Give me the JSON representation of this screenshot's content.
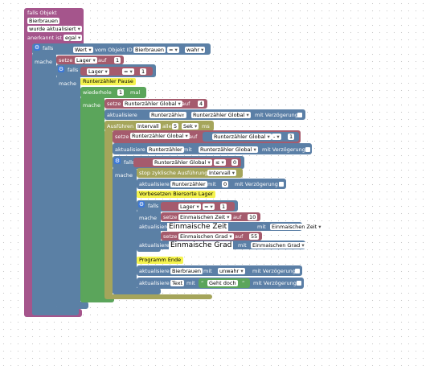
{
  "event": {
    "line1": "falls Objekt",
    "object": "Bierbrauen",
    "line2": "wurde aktualisiert",
    "line3": "anerkannt ist",
    "acked": "egal"
  },
  "if_labels": {
    "falls": "falls",
    "mache": "mache"
  },
  "top_if": {
    "wert": "Wert",
    "vom": "vom Objekt ID",
    "object": "Bierbrauen",
    "op": "=",
    "value": "wahr"
  },
  "set_lager": {
    "setze": "setze",
    "var": "Lager",
    "auf": "auf",
    "val": "1"
  },
  "if_lager": {
    "var": "Lager",
    "op": "=",
    "val": "1"
  },
  "label_pause": "Runterzähler Pause",
  "repeat": {
    "label": "wiederhole",
    "count": "1",
    "unit": "mal"
  },
  "set_global": {
    "setze": "setze",
    "var": "Runterzähler Global",
    "auf": "auf",
    "val": "4"
  },
  "update1": {
    "aktualisiere": "aktualisiere",
    "var": "Runterzähler",
    "mit": "mit",
    "val": "Runterzähler Global",
    "delay": "mit Verzögerung"
  },
  "interval": {
    "label": "Ausführen",
    "var": "Intervall",
    "alle": "alle",
    "val": "5",
    "unit": "Sek",
    "ms": "ms"
  },
  "set_global2": {
    "setze": "setze",
    "var": "Runterzähler Global",
    "auf": "auf",
    "inner": "Runterzähler Global",
    "op": "-",
    "val": "1"
  },
  "update2": {
    "aktualisiere": "aktualisiere",
    "var": "Runterzähler",
    "mit": "mit",
    "val": "Runterzähler Global",
    "delay": "mit Verzögerung"
  },
  "if_global": {
    "var": "Runterzähler Global",
    "op": "≤",
    "val": "0"
  },
  "stop": {
    "label": "stop zyklische Ausführung",
    "var": "Intervall"
  },
  "update3": {
    "aktualisiere": "aktualisiere",
    "var": "Runterzähler",
    "mit": "mit",
    "val": "0",
    "delay": "mit Verzögerung"
  },
  "label_vorbesetzen": "Vorbesetzen Biersorte Lager",
  "if_lager2": {
    "var": "Lager",
    "op": "=",
    "val": "1"
  },
  "set_zeit": {
    "setze": "setze",
    "var": "Einmaischen Zeit",
    "auf": "auf",
    "val": "10"
  },
  "update_zeit": {
    "aktualisiere": "aktualisiere",
    "mit": "mit",
    "val": "Einmaischen Zeit"
  },
  "set_grad": {
    "setze": "setze",
    "var": "Einmaischen Grad",
    "auf": "auf",
    "val": "55"
  },
  "update_grad": {
    "aktualisiere": "aktualisiere",
    "mit": "mit",
    "val": "Einmaischen Grad"
  },
  "overlay_zeit": "Einmaische Zeit",
  "overlay_grad": "Einmaische Grad",
  "label_ende": "Programm Ende",
  "update_bier": {
    "aktualisiere": "aktualisiere",
    "var": "Bierbrauen",
    "mit": "mit",
    "val": "unwahr",
    "delay": "mit Verzögerung"
  },
  "update_text": {
    "aktualisiere": "aktualisiere",
    "var": "Text",
    "mit": "mit",
    "q1": "“",
    "val": "Geht doch",
    "q2": "”",
    "delay": "mit Verzögerung"
  },
  "colors": {
    "event": "#a5558c",
    "logic": "#5b80a5",
    "loop": "#5ba55b",
    "timer": "#a5a55b",
    "variable": "#a55b6d",
    "comment": "#f5f34e"
  }
}
